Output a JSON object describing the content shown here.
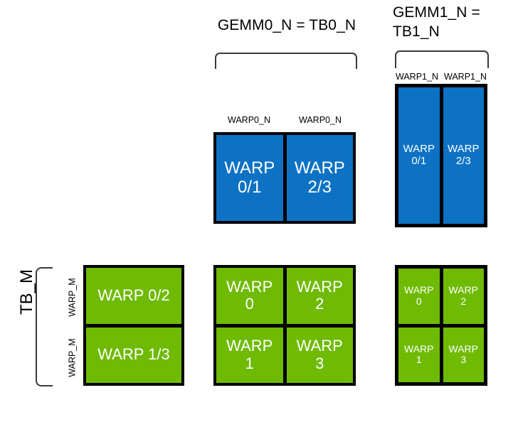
{
  "diagram": {
    "title_gemm0": "GEMM0_N = TB0_N",
    "title_gemm1": "GEMM1_N =\nTB1_N",
    "tb_m_label": "TB_M",
    "warp_m_label_top": "WARP_M",
    "warp_m_label_bottom": "WARP_M",
    "colors": {
      "blue": "#0d72c4",
      "green": "#6fba02",
      "outline": "#000000",
      "bracket": "#3a3a3a",
      "background": "#ffffff",
      "text_on_fill": "#ffffff",
      "text": "#000000"
    }
  },
  "blue_mid_block": {
    "captions": [
      "WARP0_N",
      "WARP0_N"
    ],
    "cells": [
      "WARP\n0/1",
      "WARP\n2/3"
    ]
  },
  "blue_right_block": {
    "captions": [
      "WARP1_N",
      "WARP1_N"
    ],
    "cells": [
      "WARP\n0/1",
      "WARP\n2/3"
    ]
  },
  "green_left_block": {
    "cells": [
      "WARP 0/2",
      "WARP 1/3"
    ]
  },
  "green_mid_block": {
    "cells_row0": [
      "WARP\n0",
      "WARP\n2"
    ],
    "cells_row1": [
      "WARP\n1",
      "WARP\n3"
    ]
  },
  "green_right_block": {
    "cells_row0": [
      "WARP\n0",
      "WARP\n2"
    ],
    "cells_row1": [
      "WARP\n1",
      "WARP\n3"
    ]
  }
}
